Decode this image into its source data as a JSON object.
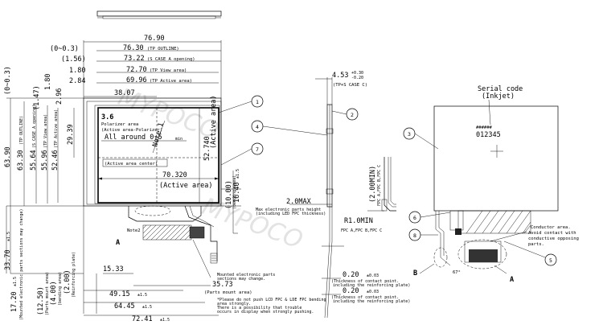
{
  "top_strip": {
    "label": ""
  },
  "front_view": {
    "widths": [
      {
        "label": "76.90"
      },
      {
        "label": "(0~0.3)",
        "text2": "76.30",
        "note": "(TP OUTLINE)"
      },
      {
        "label": "(1.56)",
        "text2": "73.22",
        "note": "(S CASE A opening)"
      },
      {
        "label": "1.80",
        "text2": "72.70",
        "note": "(TP View area)"
      },
      {
        "label": "2.84",
        "text2": "69.96",
        "note": "(TP Active area)"
      },
      {
        "label": "38.07"
      }
    ],
    "heights": [
      {
        "label": "63.90"
      },
      {
        "label": "63.30",
        "note": "(TP OUTLINE)"
      },
      {
        "label": "55.64",
        "note": "(S CASE A opening)"
      },
      {
        "label": "55.96",
        "note": "(TP View area)"
      },
      {
        "label": "52.46",
        "note": "(TP Active area)"
      },
      {
        "label": "29.39"
      }
    ],
    "left_offsets": [
      "(0~0.3)",
      "(1.47)",
      "1.80",
      "2.96"
    ],
    "polarizer_value": "3.6",
    "polarizer_lines": [
      "Polarizer area",
      "(Active area-Polarizer)",
      "All around 0.5",
      "min"
    ],
    "note1": "Note 1",
    "active_center": "(Active area center)",
    "active_w_value": "70.320",
    "active_w_label": "(Active area)",
    "active_h_value": "52.740",
    "active_h_label": "(Active area)",
    "bend_value": "(10.00)",
    "bend_label": "(bending area)",
    "fpc_value": "16.40",
    "fpc_tol": "±1.5",
    "note2": "Note2",
    "marker_a": "A",
    "maxt": "2.0MAX",
    "maxt_note1": "Max electronic parts height",
    "maxt_note2": "(including LED FPC thickness)",
    "bottom_dims": [
      {
        "label": "15.33"
      },
      {
        "label": "35.73",
        "note": "(Parts mount area)"
      },
      {
        "label": "49.15",
        "tol": "±1.5"
      },
      {
        "label": "64.45",
        "tol": "±1.5"
      },
      {
        "label": "72.41",
        "tol": "±1.5"
      }
    ],
    "left_low": [
      {
        "label": "33.70",
        "tol": "±1.5"
      },
      {
        "label": "17.20",
        "tol": "±1.5",
        "note": "(Mounted electronic parts sections may change)"
      },
      {
        "label": "(12.50)",
        "note": "(Parts mount area)"
      },
      {
        "label": "(4.00)",
        "note": "(bending area)"
      },
      {
        "label": "(2.00)",
        "note": "(Reinforcing plate)"
      }
    ],
    "mounted_note": [
      "Mounted electronic parts",
      "sections may change."
    ],
    "warn": [
      "*Please do not push LCD FPC & LDE FPC bending",
      "area strongly.",
      "There is a possibility that trouble",
      "occurs in display when strongly pushing."
    ]
  },
  "side_view": {
    "thick_value": "4.53",
    "thick_tol_up": "+0.30",
    "thick_tol_dn": "-0.20",
    "thick_note": "(TP+S CASE C)",
    "bend_r": "R1.0MIN",
    "bend_r_note": "FPC A,FPC B,FPC C",
    "bend_gap": "(2.00MIN)",
    "bend_gap_note": "FPC A,FPC B,FPC C",
    "plate1": "0.20",
    "plate1_tol": "±0.03",
    "plate1_note": [
      "(Thickness of contact point.",
      "including the reinforcing plate)"
    ],
    "plate2": "0.20",
    "plate2_tol": "±0.03",
    "plate2_note": [
      "(Thickness of contact point.",
      "including the reinforcing plate)"
    ]
  },
  "rear_view": {
    "serial_title": "Serial code",
    "serial_sub": "(Inkjet)",
    "serial_value": "012345",
    "serial_marks": "######",
    "conductor_title": "Conductor area.",
    "conductor_note": [
      "Avoid contact with",
      "conductive opposing",
      "parts."
    ],
    "marker_b": "B",
    "marker_a": "A",
    "angle": "67°"
  },
  "callouts": [
    "1",
    "2",
    "3",
    "4",
    "5",
    "6",
    "7",
    "8"
  ],
  "watermark": "MYPOCO"
}
